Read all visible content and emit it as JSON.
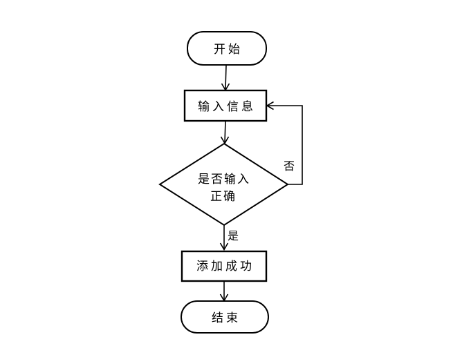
{
  "diagram": {
    "type": "flowchart",
    "direction": "top-down",
    "colors": {
      "stroke": "#000000",
      "fill": "#ffffff",
      "background": "#ffffff"
    },
    "nodes": [
      {
        "id": "start",
        "shape": "terminator",
        "label": "开始"
      },
      {
        "id": "input",
        "shape": "process",
        "label": "输入信息"
      },
      {
        "id": "decision",
        "shape": "decision",
        "label": "是否输入正确",
        "label_lines": [
          "是否输入",
          "正确"
        ]
      },
      {
        "id": "success",
        "shape": "process",
        "label": "添加成功"
      },
      {
        "id": "end",
        "shape": "terminator",
        "label": "结束"
      }
    ],
    "edges": [
      {
        "from": "start",
        "to": "input",
        "label": ""
      },
      {
        "from": "input",
        "to": "decision",
        "label": ""
      },
      {
        "from": "decision",
        "to": "success",
        "label": "是"
      },
      {
        "from": "success",
        "to": "end",
        "label": ""
      },
      {
        "from": "decision",
        "to": "input",
        "label": "否"
      }
    ]
  }
}
